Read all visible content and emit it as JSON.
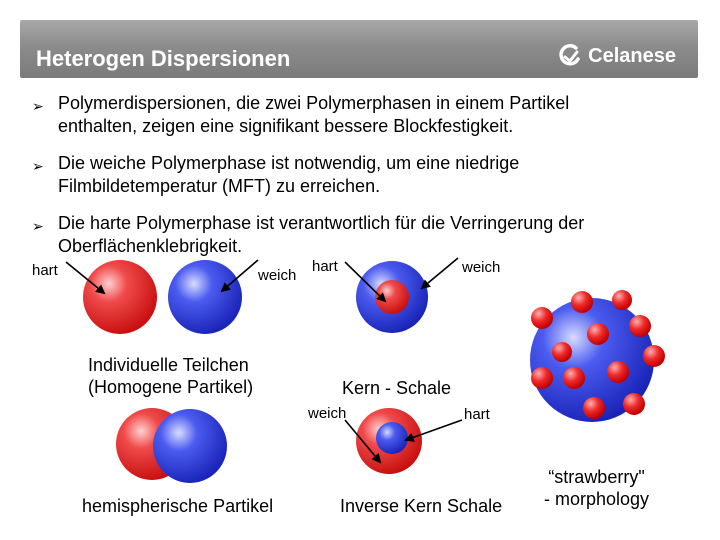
{
  "header": {
    "title": "Heterogen Dispersionen",
    "logo_text": "Celanese"
  },
  "bullets": [
    {
      "icon": "arrow-bullet-icon",
      "line1": "Polymerdispersionen, die zwei Polymerphasen in einem Partikel",
      "line2": "enthalten, zeigen eine signifikant bessere Blockfestigkeit."
    },
    {
      "icon": "arrow-bullet-icon",
      "line1": "Die weiche Polymerphase ist notwendig, um eine niedrige",
      "line2": "Filmbildetemperatur (MFT) zu erreichen."
    },
    {
      "icon": "arrow-bullet-icon",
      "line1": "Die harte Polymerphase ist verantwortlich für die Verringerung der",
      "line2": "Oberflächenklebrigkeit."
    }
  ],
  "labels": {
    "ind_hart": "hart",
    "ind_weich": "weich",
    "ks_hart": "hart",
    "ks_weich": "weich",
    "inv_weich": "weich",
    "inv_hart": "hart"
  },
  "captions": {
    "individual_line1": "Individuelle Teilchen",
    "individual_line2": "(Homogene Partikel)",
    "core_shell": "Kern - Schale",
    "hemispheric": "hemispherische Partikel",
    "inverse": "Inverse Kern Schale",
    "strawberry_line1": "“strawberry\"",
    "strawberry_line2": "- morphology"
  },
  "colors": {
    "hard": "#e02020",
    "soft": "#2a3cd8",
    "header": "#8c8c8c",
    "header_text": "#ffffff"
  }
}
